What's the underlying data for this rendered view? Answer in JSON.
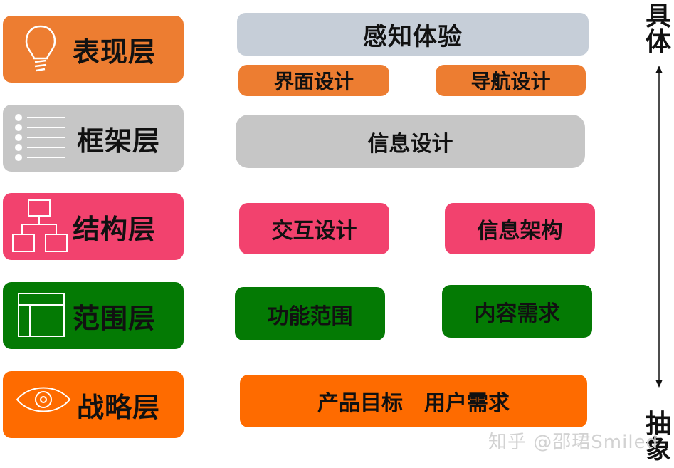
{
  "colors": {
    "orange": "#ed7d31",
    "orange_deep": "#fe6b00",
    "gray": "#c6c6c6",
    "blue_gray": "#c6ced8",
    "pink": "#f2426e",
    "green": "#047a04"
  },
  "layers": [
    {
      "label": "表现层",
      "icon": "lightbulb-icon"
    },
    {
      "label": "框架层",
      "icon": "bullet-list-icon"
    },
    {
      "label": "结构层",
      "icon": "org-chart-icon"
    },
    {
      "label": "范围层",
      "icon": "layout-icon"
    },
    {
      "label": "战略层",
      "icon": "eye-icon"
    }
  ],
  "items": {
    "sensory_experience": "感知体验",
    "interface_design": "界面设计",
    "navigation_design": "导航设计",
    "information_design": "信息设计",
    "interaction_design": "交互设计",
    "information_architecture": "信息架构",
    "feature_scope": "功能范围",
    "content_requirements": "内容需求",
    "strategy": "产品目标　用户需求"
  },
  "axis": {
    "top_label": "具体",
    "bottom_label": "抽象"
  },
  "watermark": "知乎 @邵珺Smiled"
}
